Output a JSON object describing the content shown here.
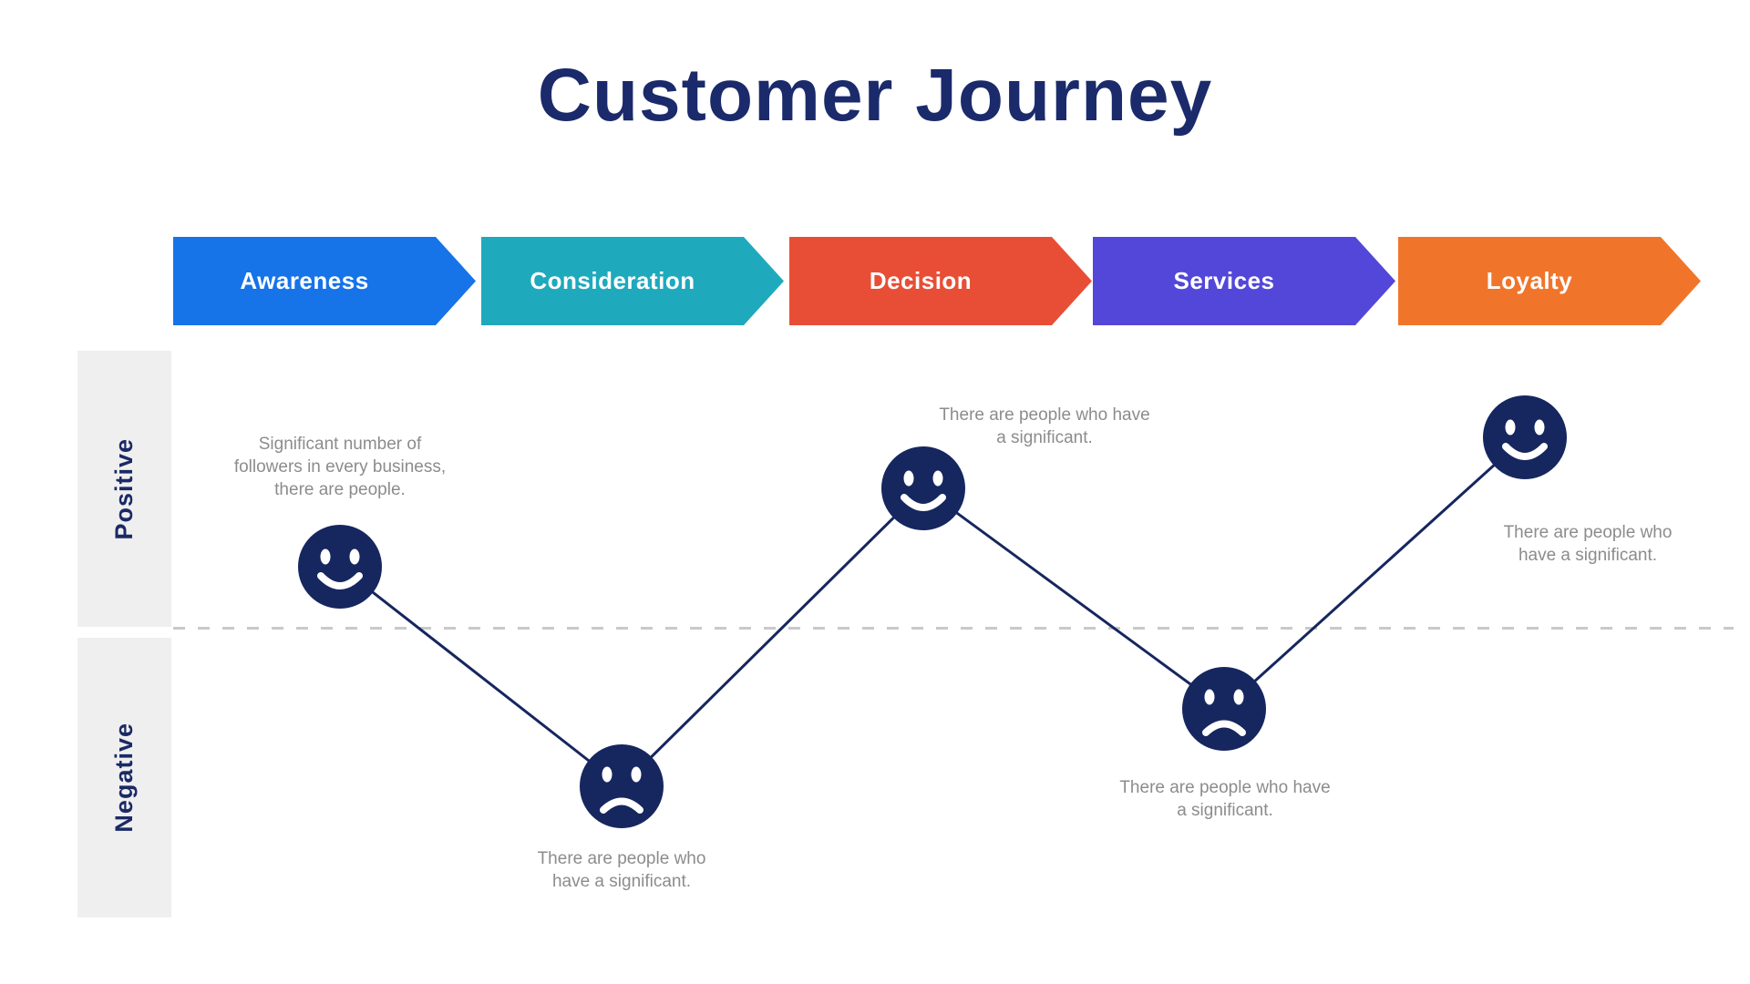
{
  "title": "Customer Journey",
  "sentiment_axis": {
    "positive": "Positive",
    "negative": "Negative"
  },
  "stages": [
    {
      "label": "Awareness",
      "color": "#1673E8"
    },
    {
      "label": "Consideration",
      "color": "#1FA9BD"
    },
    {
      "label": "Decision",
      "color": "#E84E36"
    },
    {
      "label": "Services",
      "color": "#5347D9"
    },
    {
      "label": "Loyalty",
      "color": "#F0752B"
    }
  ],
  "journey_points": [
    {
      "stage": "Awareness",
      "sentiment": "positive",
      "mood": "happy",
      "caption_lines": [
        "Significant number of",
        "followers in every business,",
        "there are people."
      ]
    },
    {
      "stage": "Consideration",
      "sentiment": "negative",
      "mood": "sad",
      "caption_lines": [
        "There are people who",
        "have a significant."
      ]
    },
    {
      "stage": "Decision",
      "sentiment": "positive",
      "mood": "happy",
      "caption_lines": [
        "There are people who have",
        "a significant."
      ]
    },
    {
      "stage": "Services",
      "sentiment": "negative",
      "mood": "sad",
      "caption_lines": [
        "There are people who have",
        "a significant."
      ]
    },
    {
      "stage": "Loyalty",
      "sentiment": "positive",
      "mood": "happy",
      "caption_lines": [
        "There are people who",
        "have a significant."
      ]
    }
  ],
  "theme": {
    "navy": "#16265F",
    "title_color": "#1B2A6B",
    "caption_gray": "#8C8C8C",
    "panel_gray": "#F0EFEF",
    "dash_gray": "#C9C9C9",
    "background": "#FFFFFF"
  }
}
